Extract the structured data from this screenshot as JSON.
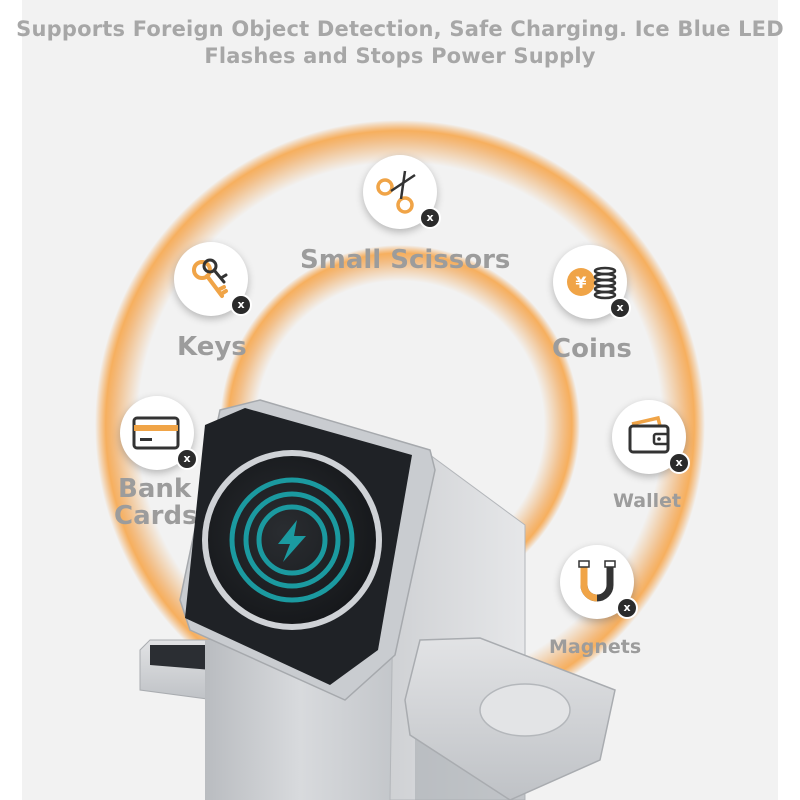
{
  "headline": {
    "line1": "Supports Foreign Object Detection, Safe Charging. Ice Blue LED",
    "line2": "Flashes and Stops Power Supply"
  },
  "objects": [
    {
      "label": "Small Scissors",
      "icon": "scissors-icon"
    },
    {
      "label": "Keys",
      "icon": "keys-icon"
    },
    {
      "label": "Coins",
      "icon": "coins-icon"
    },
    {
      "label": "Bank Cards",
      "line1": "Bank",
      "line2": "Cards",
      "icon": "bank-card-icon"
    },
    {
      "label": "Wallet",
      "icon": "wallet-icon"
    },
    {
      "label": "Magnets",
      "icon": "magnet-icon"
    }
  ],
  "badge_mark": "x",
  "colors": {
    "accent_orange": "#f39a3c",
    "icon_orange": "#f0a447",
    "label_gray": "#9c9c9c",
    "charger_ring": "#1b9aa0"
  }
}
